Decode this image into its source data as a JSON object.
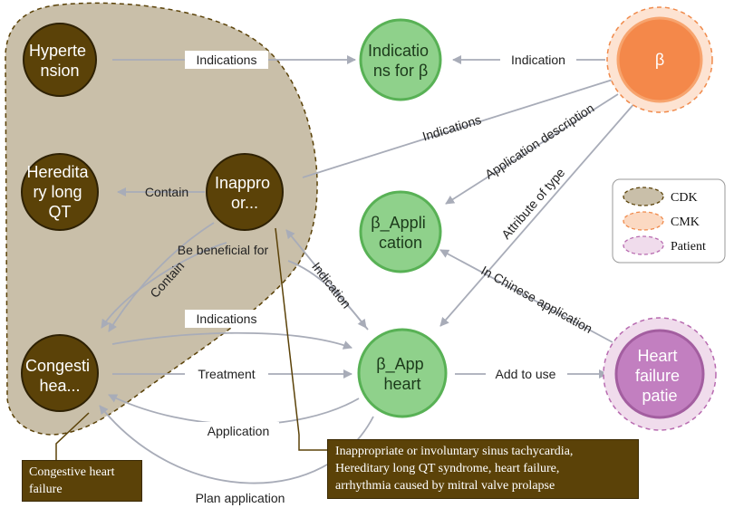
{
  "nodes": {
    "hypertension": [
      "Hyperte",
      "nsion"
    ],
    "hereditary_long_qt": [
      "Heredita",
      "ry long",
      "QT"
    ],
    "inappropriate": [
      "Inappro",
      "or..."
    ],
    "congestive": [
      "Congesti",
      "hea..."
    ],
    "indications_for_beta": [
      "Indicatio",
      "ns for β"
    ],
    "beta_application": [
      "β_Appli",
      "cation"
    ],
    "beta_app_heart": [
      "β_App",
      "heart"
    ],
    "beta": [
      "β"
    ],
    "heart_failure_patient": [
      "Heart",
      "failure",
      "patie"
    ]
  },
  "edges": {
    "hypertension_indications": "Indications",
    "beta_indication": "Indication",
    "beta_to_inappropriate_indications": "Indications",
    "application_description": "Application description",
    "attribute_of_type": "Attribute of type",
    "contain_hereditary": "Contain",
    "be_beneficial_for": "Be beneficial for",
    "contain_congestive": "Contain",
    "indication_inappropriate": "Indication",
    "in_chinese_application": "In Chinese application",
    "indications_congestive": "Indications",
    "treatment": "Treatment",
    "add_to_use": "Add to use",
    "application": "Application",
    "plan_application": "Plan application"
  },
  "legend": {
    "items": [
      {
        "label": "CDK",
        "color": "#c9bfa9",
        "border": "#5b4208"
      },
      {
        "label": "CMK",
        "color": "#fbd9c2",
        "border": "#f08a4b"
      },
      {
        "label": "Patient",
        "color": "#f0dcec",
        "border": "#b86bb0"
      }
    ]
  },
  "callouts": {
    "congestive_heart_failure": [
      "Congestive heart",
      "failure"
    ],
    "inappropriate_detail": [
      "Inappropriate or involuntary sinus tachycardia,",
      "Hereditary long QT syndrome, heart failure,",
      "arrhythmia caused by mitral valve prolapse"
    ]
  },
  "colors": {
    "cdk_node": "#5b4208",
    "cdk_region": "#c9bfa9",
    "cmk_node": "#f4884a",
    "green_node": "#8fd18b",
    "patient_node": "#c27fc0",
    "edge": "#a8acb8"
  }
}
